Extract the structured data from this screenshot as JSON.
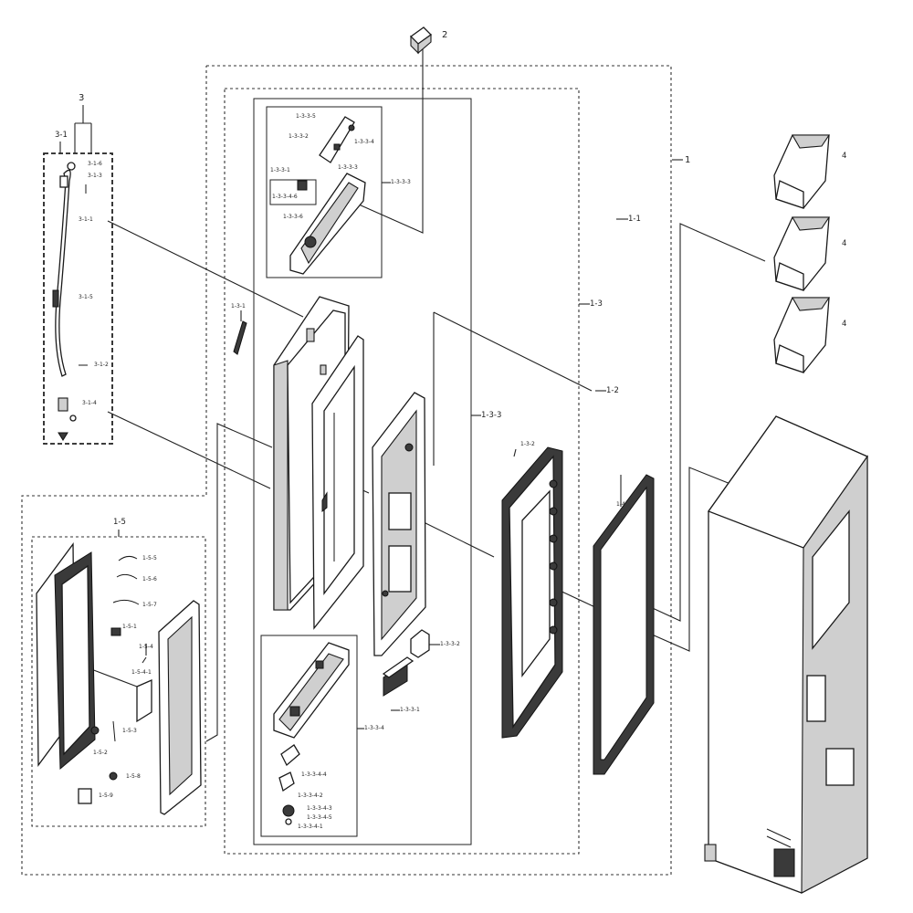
{
  "diagram": {
    "labels": {
      "p2": "2",
      "p1": "1",
      "p1_1": "1-1",
      "p1_2": "1-2",
      "p1_3": "1-3",
      "p1_3_1": "1-3-1",
      "p1_3_2": "1-3-2",
      "p1_3_3": "1-3-3",
      "p1_3_3_1": "1-3-3-1",
      "p1_3_3_2": "1-3-3-2",
      "p1_3_3_3": "1-3-3-3",
      "p1_3_3_4": "1-3-3-4",
      "p1_3_3_4_1": "1-3-3-4-1",
      "p1_3_3_4_2": "1-3-3-4-2",
      "p1_3_3_4_3": "1-3-3-4-3",
      "p1_3_3_4_4": "1-3-3-4-4",
      "p1_3_3_4_5": "1-3-3-4-5",
      "p1_4": "1-4",
      "p1_5": "1-5",
      "p1_5_1": "1-5-1",
      "p1_5_2": "1-5-2",
      "p1_5_3": "1-5-3",
      "p1_5_4": "1-5-4",
      "p1_5_4_1": "1-5-4-1",
      "p1_5_5": "1-5-5",
      "p1_5_6": "1-5-6",
      "p1_5_7": "1-5-7",
      "p1_5_8": "1-5-8",
      "p1_5_9": "1-5-9",
      "p3": "3",
      "p3_1": "3-1",
      "p3_1_1": "3-1-1",
      "p3_1_2": "3-1-2",
      "p3_1_3": "3-1-3",
      "p3_1_4": "3-1-4",
      "p3_1_5": "3-1-5",
      "p3_1_6": "3-1-6",
      "p4a": "4",
      "p4b": "4",
      "p4c": "4",
      "inset": {
        "a": "1-3-3-5",
        "b": "1-3-3-2",
        "c": "1-3-3-4",
        "d": "1-3-3-1",
        "e": "1-3-3-3",
        "f": "1-3-3-3",
        "g": "1-3-3-4-6",
        "h": "1-3-3-6"
      }
    }
  }
}
